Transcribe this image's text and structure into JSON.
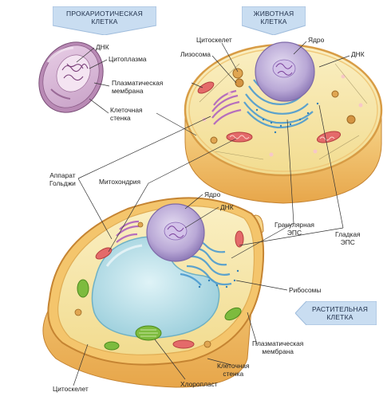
{
  "banners": {
    "prokaryotic": "ПРОКАРИОТИЧЕСКАЯ\nКЛЕТКА",
    "animal": "ЖИВОТНАЯ\nКЛЕТКА",
    "plant": "РАСТИТЕЛЬНАЯ\nКЛЕТКА"
  },
  "prokaryotic_labels": {
    "dna": "ДНК",
    "cytoplasm": "Цитоплазма",
    "plasma_membrane": "Плазматическая\nмембрана",
    "cell_wall": "Клеточная\nстенка"
  },
  "animal_labels": {
    "cytoskeleton": "Цитоскелет",
    "nucleus": "Ядро",
    "lysosome": "Лизосома",
    "dna": "ДНК"
  },
  "shared_labels": {
    "golgi": "Аппарат\nГольджи",
    "mitochondria": "Митохондрия",
    "rough_er": "Гранулярная\nЭПС",
    "smooth_er": "Гладкая\nЭПС",
    "ribosomes": "Рибосомы"
  },
  "plant_labels": {
    "nucleus": "Ядро",
    "dna": "ДНК",
    "plasma_membrane": "Плазматическая\nмембрана",
    "cell_wall": "Клеточная\nстенка",
    "chloroplast": "Хлоропласт",
    "cytoskeleton": "Цитоскелет"
  },
  "colors": {
    "banner_text": "#1f2f4a",
    "banner_fill": "#c9ddf1",
    "cytoplasm": "#f6e7a6",
    "cell_wall": "#f3c36a",
    "nucleus": "#b9a8d6",
    "vacuole": "#a9d8e4",
    "er": "#5aa7d8",
    "mitochondria": "#e46a6a",
    "chloroplast": "#7dbb3e",
    "golgi": "#c07fc3",
    "leader_line": "#333333"
  }
}
